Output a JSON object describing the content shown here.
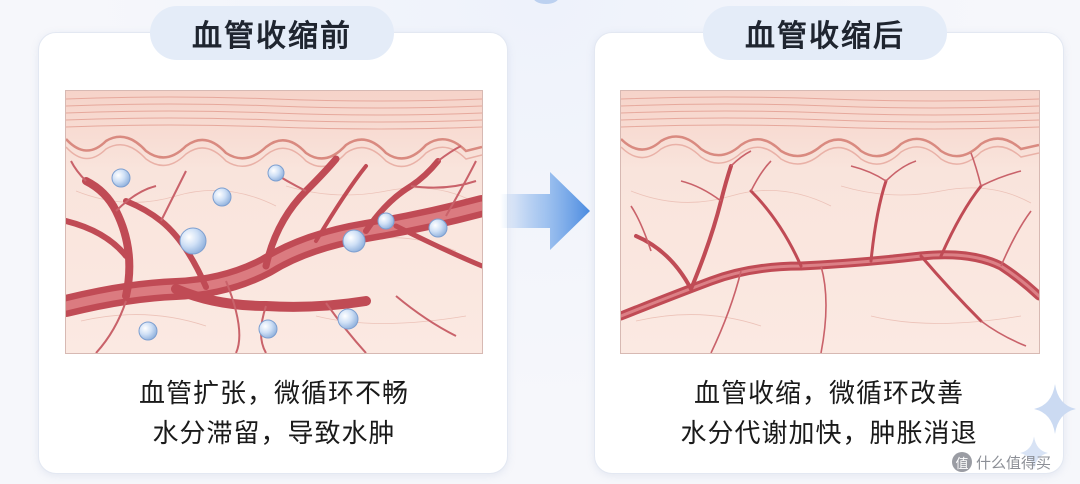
{
  "left_panel": {
    "title": "血管收缩前",
    "caption_line1": "血管扩张，微循环不畅",
    "caption_line2": "水分滞留，导致水肿"
  },
  "right_panel": {
    "title": "血管收缩后",
    "caption_line1": "血管收缩，微循环改善",
    "caption_line2": "水分代谢加快，肿胀消退"
  },
  "watermark": {
    "icon_text": "值",
    "text": "什么值得买"
  },
  "colors": {
    "skin_bg": "#f9e3da",
    "epidermis": "#f3c9bf",
    "vessel": "#c7515a",
    "bubble": "#aac4ea",
    "arrow": "#4b8be0",
    "pill": "#e4ecf8"
  },
  "icons": [
    "right-arrow-icon",
    "sparkle-icon",
    "watermark-logo-icon"
  ]
}
